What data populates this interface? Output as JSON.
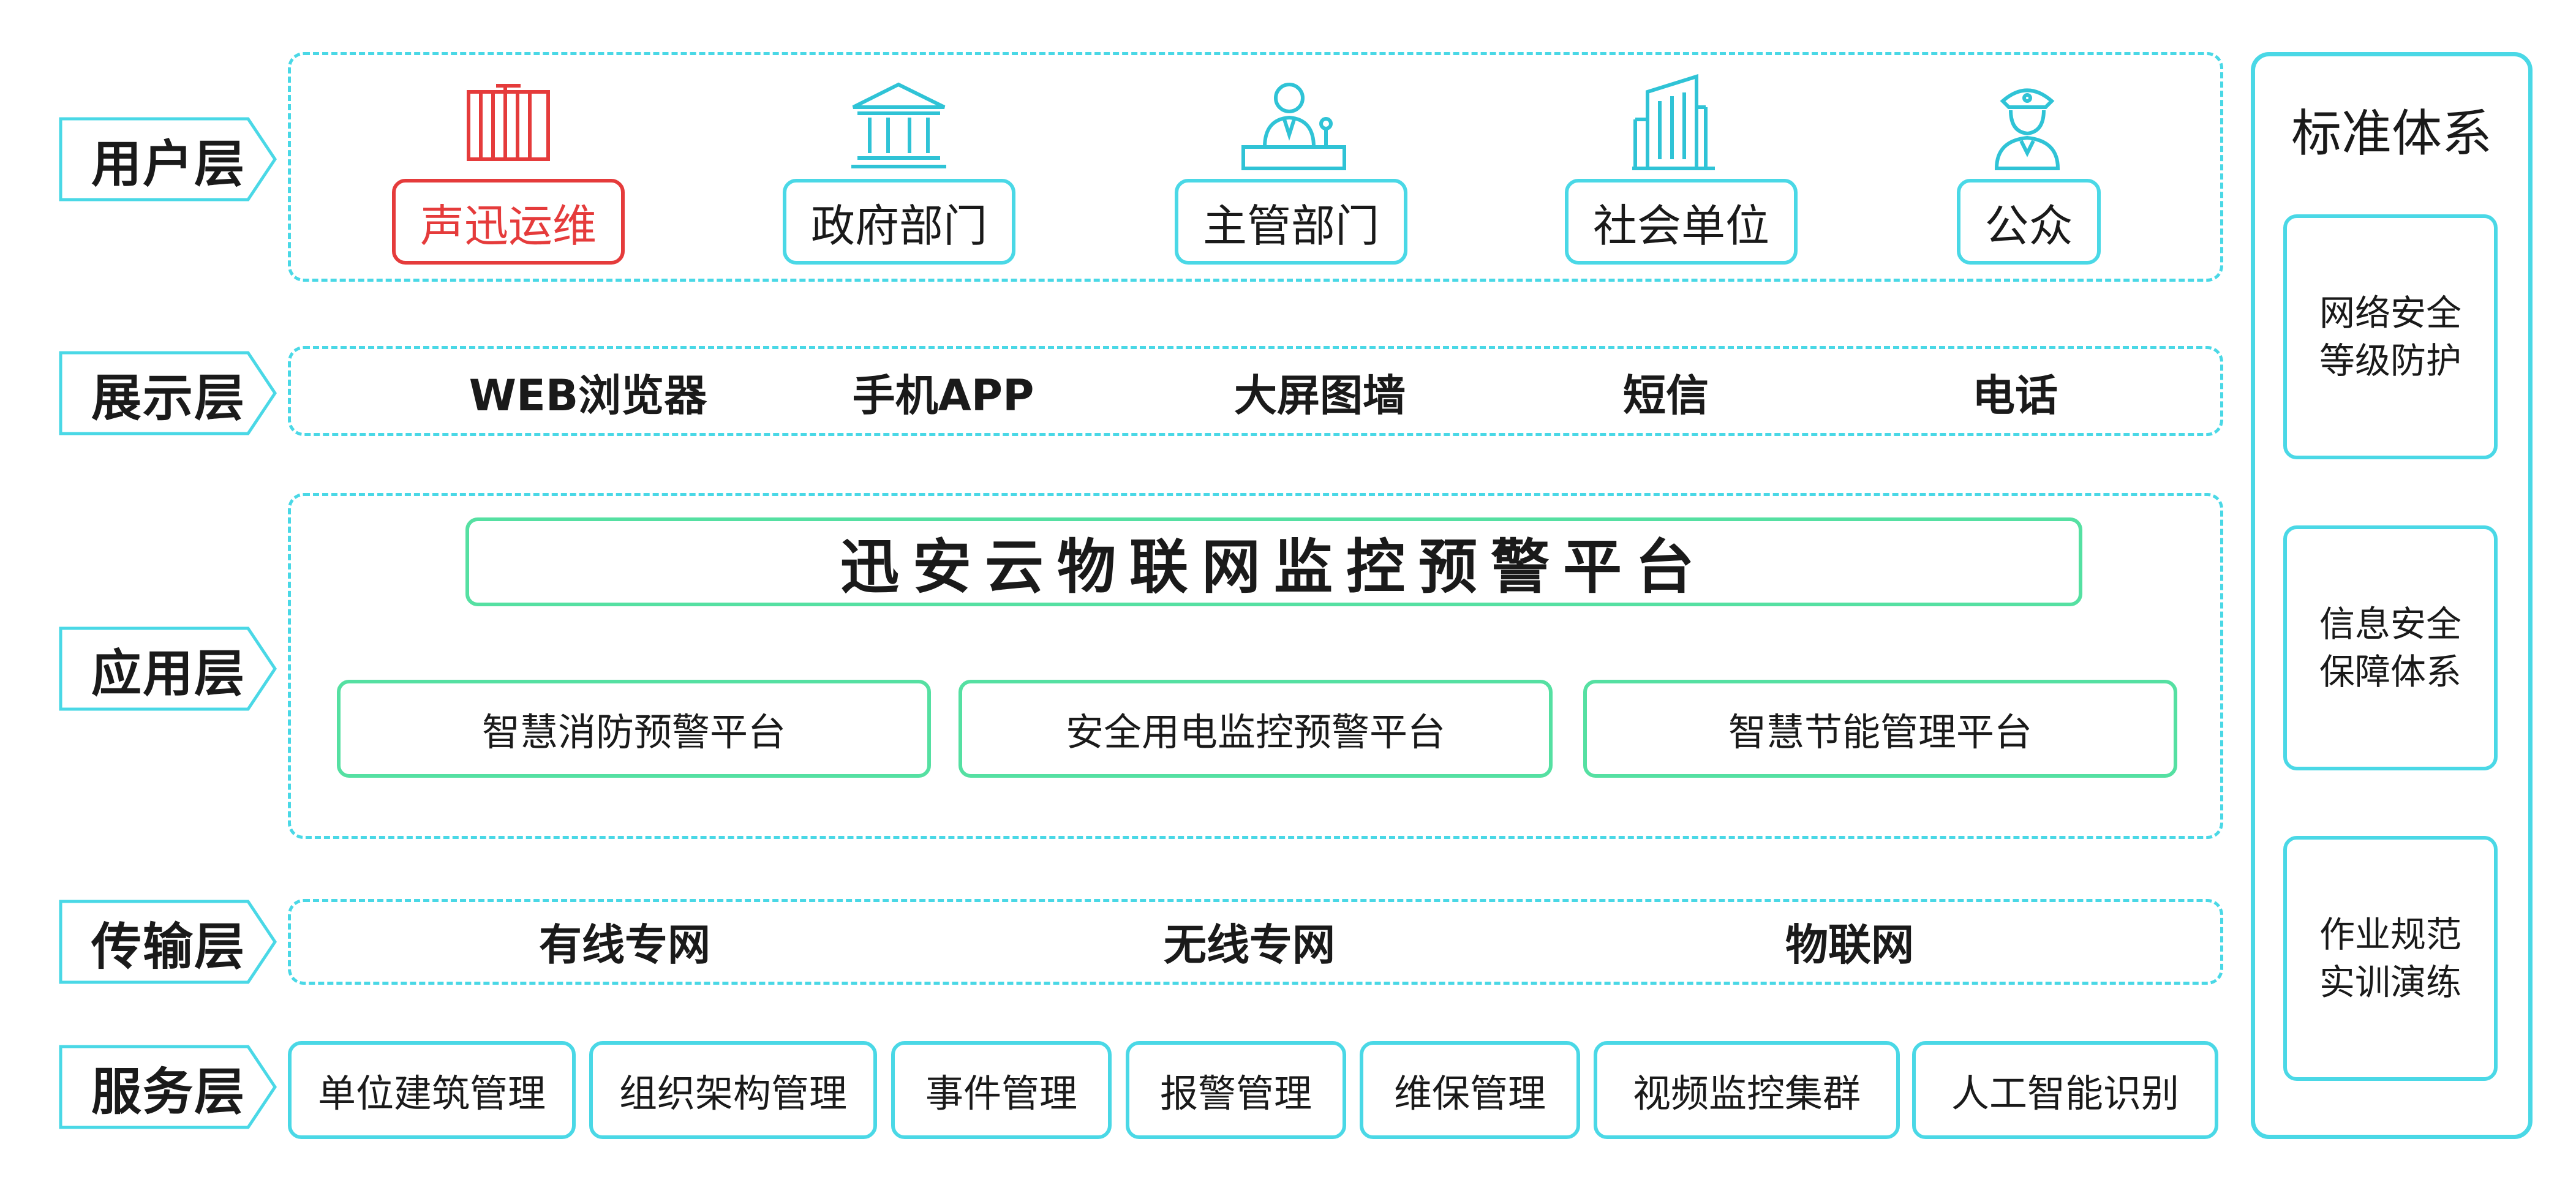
{
  "layers": {
    "user": "用户层",
    "display": "展示层",
    "application": "应用层",
    "transport": "传输层",
    "service": "服务层"
  },
  "user_layer": {
    "items": [
      {
        "label": "声迅运维",
        "icon": "office-building-icon",
        "color": "#e53b3b"
      },
      {
        "label": "政府部门",
        "icon": "government-building-icon"
      },
      {
        "label": "主管部门",
        "icon": "official-at-desk-icon"
      },
      {
        "label": "社会单位",
        "icon": "skyscraper-icon"
      },
      {
        "label": "公众",
        "icon": "police-officer-icon"
      }
    ]
  },
  "display_layer": {
    "items": [
      "WEB浏览器",
      "手机APP",
      "大屏图墙",
      "短信",
      "电话"
    ]
  },
  "application_layer": {
    "platform": "迅安云物联网监控预警平台",
    "sub_platforms": [
      "智慧消防预警平台",
      "安全用电监控预警平台",
      "智慧节能管理平台"
    ]
  },
  "transport_layer": {
    "items": [
      "有线专网",
      "无线专网",
      "物联网"
    ]
  },
  "service_layer": {
    "items": [
      "单位建筑管理",
      "组织架构管理",
      "事件管理",
      "报警管理",
      "维保管理",
      "视频监控集群",
      "人工智能识别"
    ]
  },
  "standards": {
    "title": "标准体系",
    "items": [
      {
        "line1": "网络安全",
        "line2": "等级防护"
      },
      {
        "line1": "信息安全",
        "line2": "保障体系"
      },
      {
        "line1": "作业规范",
        "line2": "实训演练"
      }
    ]
  },
  "colors": {
    "cyan": "#4ad8e6",
    "green": "#55e0a2",
    "red": "#e53b3b",
    "text": "#1a1a1a"
  }
}
